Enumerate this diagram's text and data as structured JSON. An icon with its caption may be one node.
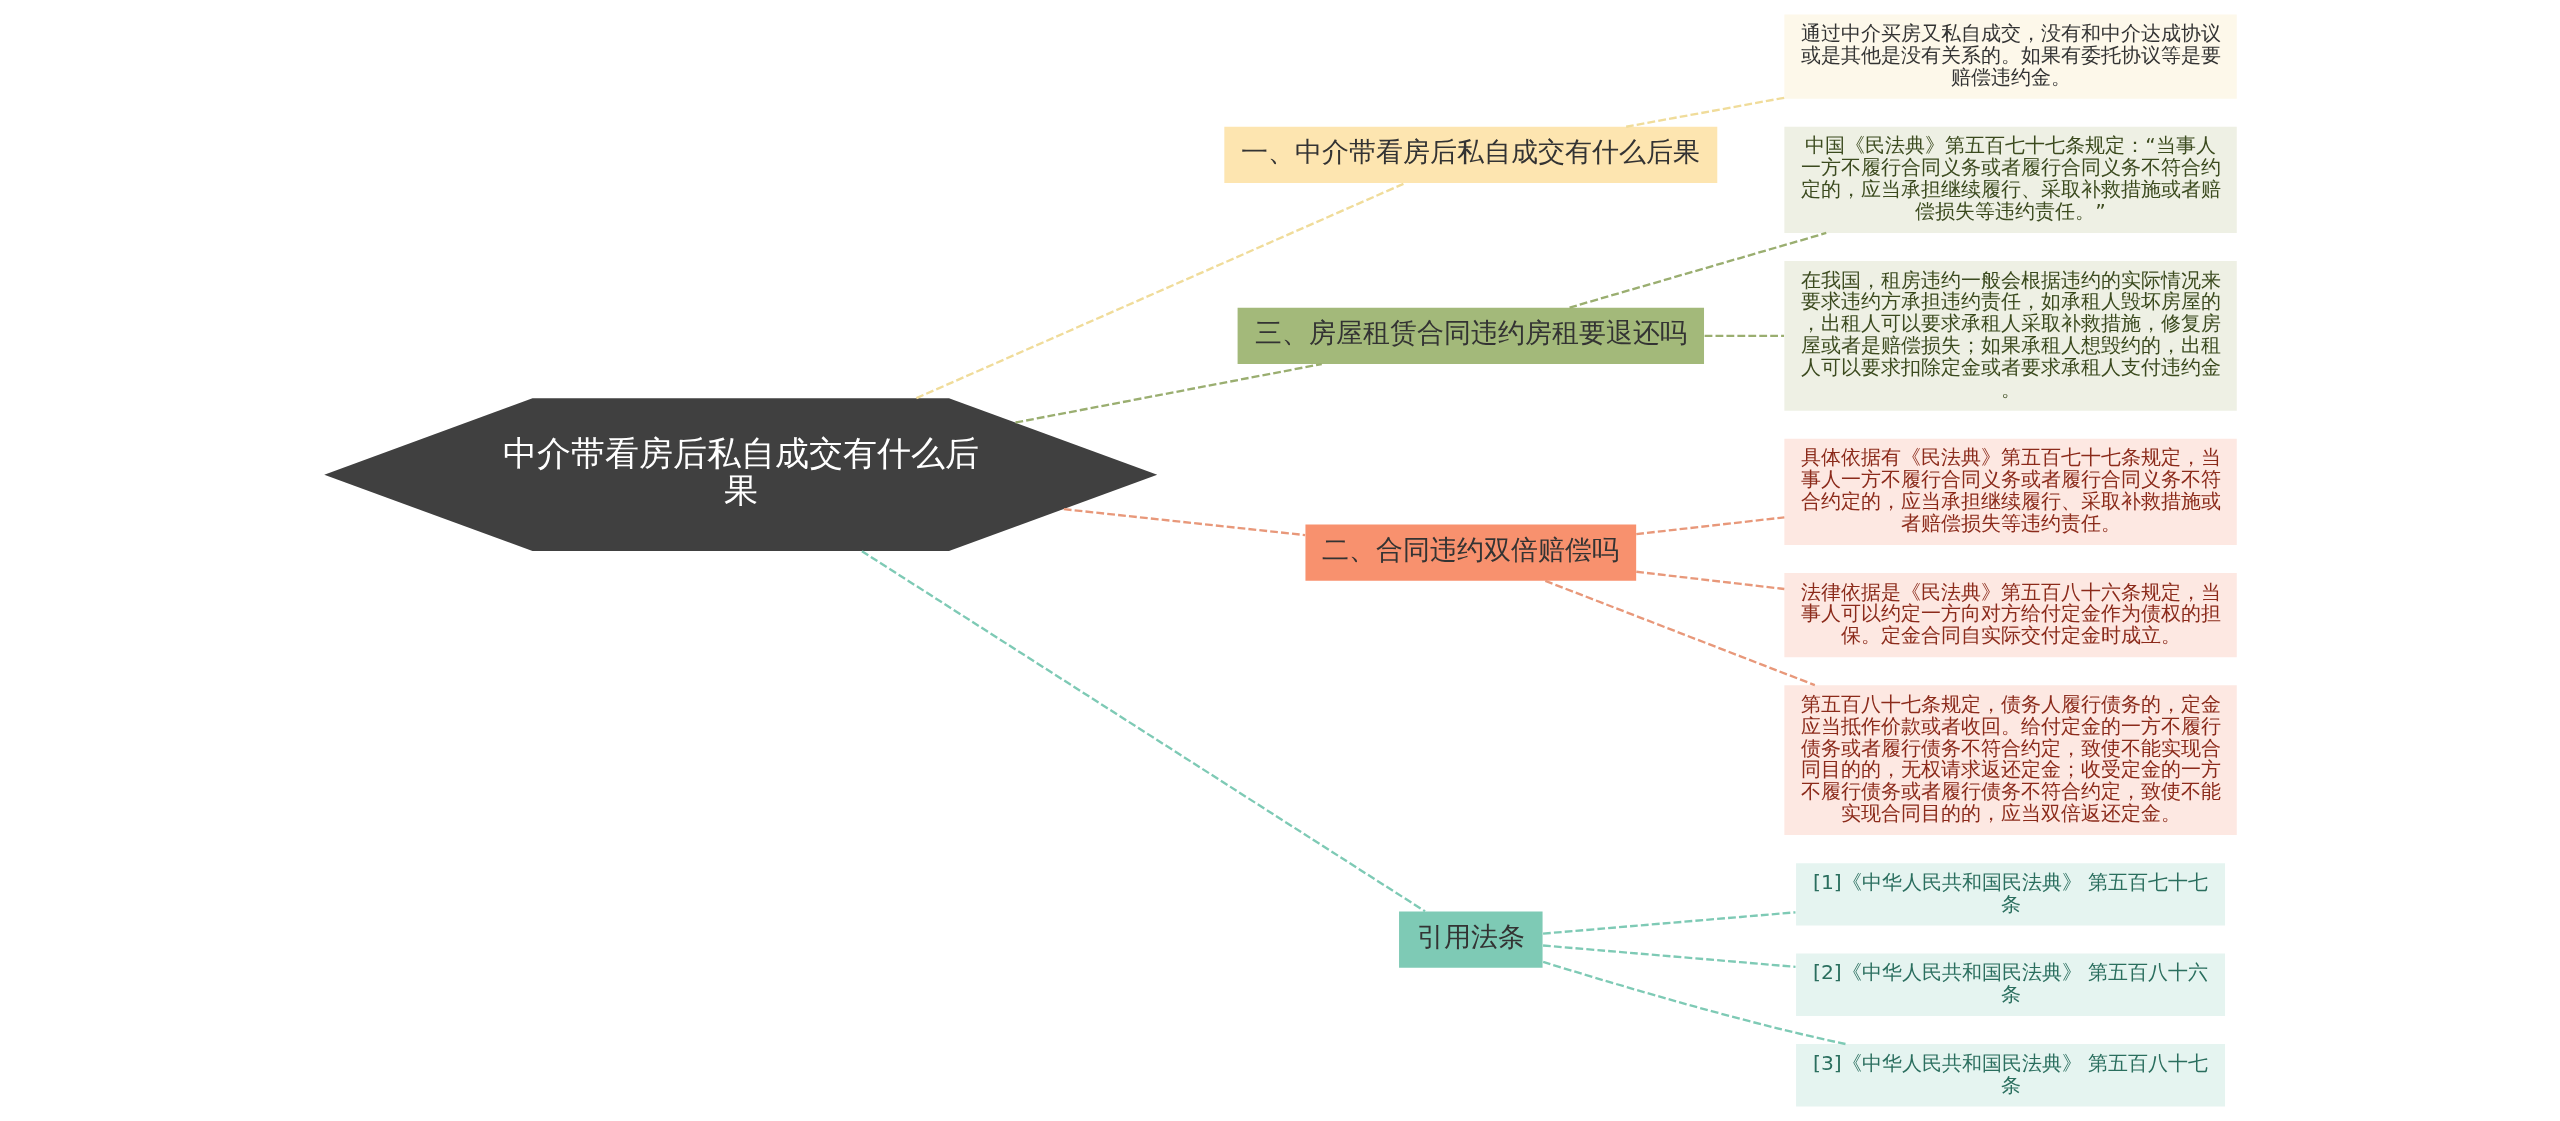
{
  "diagram": {
    "nodes": [
      {
        "text": [
          "中介带看房后私自成交有什么后果"
        ]
      },
      {
        "text": [
          "一、中介带看房后私自成交有什么后果"
        ]
      },
      {
        "text": [
          "通过中介买房又私自成交，没有和中介达成协议或是其他是没有关系的。如果有委托协议等是要赔偿违约金。"
        ]
      },
      {
        "text": [
          "三、房屋租赁合同违约房租要退还吗"
        ]
      },
      {
        "text": [
          "中国《民法典》第五百七十七条规定：“当事人一方不履行合同义务或者履行合同义务不符合约定的，应当承担继续履行、采取补救措施或者赔偿损失等违约责任。”"
        ]
      },
      {
        "text": [
          "在我国，租房违约一般会根据违约的实际情况来要求违约方承担违约责任，如承租人毁坏房屋的，出租人可以要求承租人采取补救措施，修复房屋或者是赔偿损失；如果承租人想毁约的，出租人可以要求扣除定金或者要求承租人支付违约金。"
        ]
      },
      {
        "text": [
          "二、合同违约双倍赔偿吗"
        ]
      },
      {
        "text": [
          "具体依据有《民法典》第五百七十七条规定，当事人一方不履行合同义务或者履行合同义务不符合约定的，应当承担继续履行、采取补救措施或者赔偿损失等违约责任。"
        ]
      },
      {
        "text": [
          "法律依据是《民法典》第五百八十六条规定，当事人可以约定一方向对方给付定金作为债权的担保。定金合同自实际交付定金时成立。"
        ]
      },
      {
        "text": [
          "第五百八十七条规定，债务人履行债务的，定金应当抵作价款或者收回。给付定金的一方不履行债务或者履行债务不符合约定，致使不能实现合同目的的，无权请求返还定金；收受定金的一方不履行债务或者履行债务不符合约定，致使不能实现合同目的的，应当双倍返还定金。"
        ]
      },
      {
        "text": [
          "引用法条"
        ]
      },
      {
        "text": [
          "[1]《中华人民共和国民法典》 第五百七十七条"
        ]
      },
      {
        "text": [
          "[2]《中华人民共和国民法典》 第五百八十六条"
        ]
      },
      {
        "text": [
          "[3]《中华人民共和国民法典》 第五百八十七条"
        ]
      }
    ],
    "edges": [
      {
        "from": 0,
        "to": 1,
        "arrow": "none",
        "style": "dashed",
        "color": "#f0dc9a"
      },
      {
        "from": 1,
        "to": 2,
        "arrow": "none",
        "style": "dashed",
        "color": "#f0dc9a"
      },
      {
        "from": 0,
        "to": 3,
        "arrow": "none",
        "style": "dashed",
        "color": "#9aae70"
      },
      {
        "from": 3,
        "to": 4,
        "arrow": "none",
        "style": "dashed",
        "color": "#9aae70"
      },
      {
        "from": 3,
        "to": 5,
        "arrow": "none",
        "style": "dashed",
        "color": "#9aae70"
      },
      {
        "from": 0,
        "to": 6,
        "arrow": "none",
        "style": "dashed",
        "color": "#e8987a"
      },
      {
        "from": 6,
        "to": 7,
        "arrow": "none",
        "style": "dashed",
        "color": "#e8987a"
      },
      {
        "from": 6,
        "to": 8,
        "arrow": "none",
        "style": "dashed",
        "color": "#e8987a"
      },
      {
        "from": 6,
        "to": 9,
        "arrow": "none",
        "style": "dashed",
        "color": "#e8987a"
      },
      {
        "from": 0,
        "to": 10,
        "arrow": "none",
        "style": "dashed",
        "color": "#7ecab5"
      },
      {
        "from": 10,
        "to": 11,
        "arrow": "none",
        "style": "dashed",
        "color": "#7ecab5"
      },
      {
        "from": 10,
        "to": 12,
        "arrow": "none",
        "style": "dashed",
        "color": "#7ecab5"
      },
      {
        "from": 10,
        "to": 13,
        "arrow": "none",
        "style": "dashed",
        "color": "#7ecab5"
      }
    ]
  }
}
